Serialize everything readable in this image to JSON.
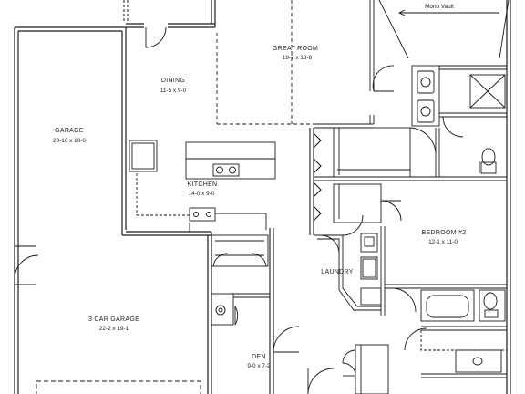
{
  "plan": {
    "note": "Mono Vault",
    "rooms": [
      {
        "id": "great-room",
        "name": "GREAT ROOM",
        "dims": "19-7 x 18-8"
      },
      {
        "id": "dining",
        "name": "DINING",
        "dims": "11-5 x 9-0"
      },
      {
        "id": "garage",
        "name": "GARAGE",
        "dims": "20-10 x 10-6"
      },
      {
        "id": "kitchen",
        "name": "KITCHEN",
        "dims": "14-0 x 9-0"
      },
      {
        "id": "bedroom-2",
        "name": "BEDROOM #2",
        "dims": "12-1 x 11-0"
      },
      {
        "id": "laundry",
        "name": "LAUNDRY",
        "dims": ""
      },
      {
        "id": "three-car-garage",
        "name": "3 CAR GARAGE",
        "dims": "22-2 x 19-1"
      },
      {
        "id": "den",
        "name": "DEN",
        "dims": "9-0 x 7-2"
      }
    ]
  }
}
